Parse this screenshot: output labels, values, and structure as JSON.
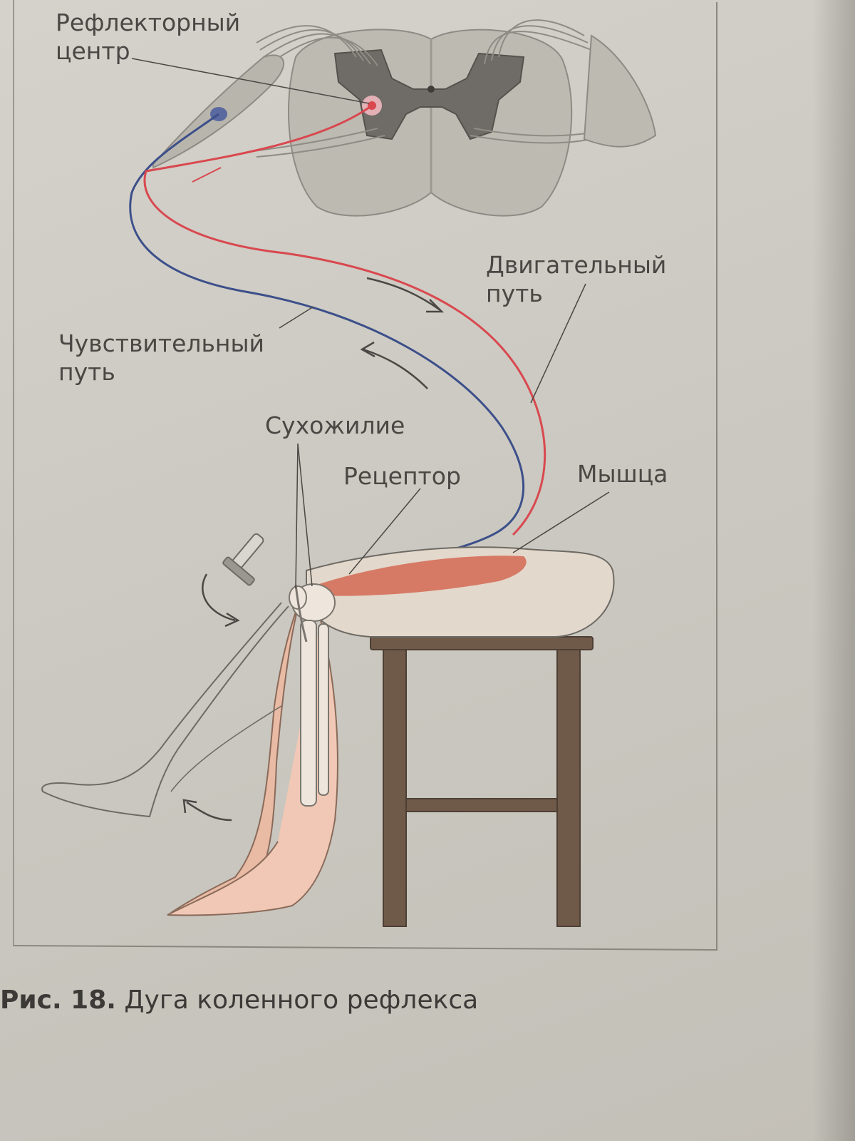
{
  "labels": {
    "reflex_center": [
      "Рефлекторный",
      "центр"
    ],
    "motor_path": [
      "Двигательный",
      "путь"
    ],
    "sensory_path": [
      "Чувствительный",
      "путь"
    ],
    "tendon": "Сухожилие",
    "receptor": "Рецептор",
    "muscle": "Мышца"
  },
  "caption": {
    "number": "Рис. 18.",
    "text": "Дуга коленного рефлекса"
  },
  "colors": {
    "motor_path": "#d9484f",
    "sensory_path": "#3c4f8a",
    "muscle": "#d46a52",
    "leg": "#e8b6a0",
    "stool": "#6f5a4a",
    "spinal_cord": "#b9b6ae",
    "grey_matter": "#6e6b66"
  }
}
